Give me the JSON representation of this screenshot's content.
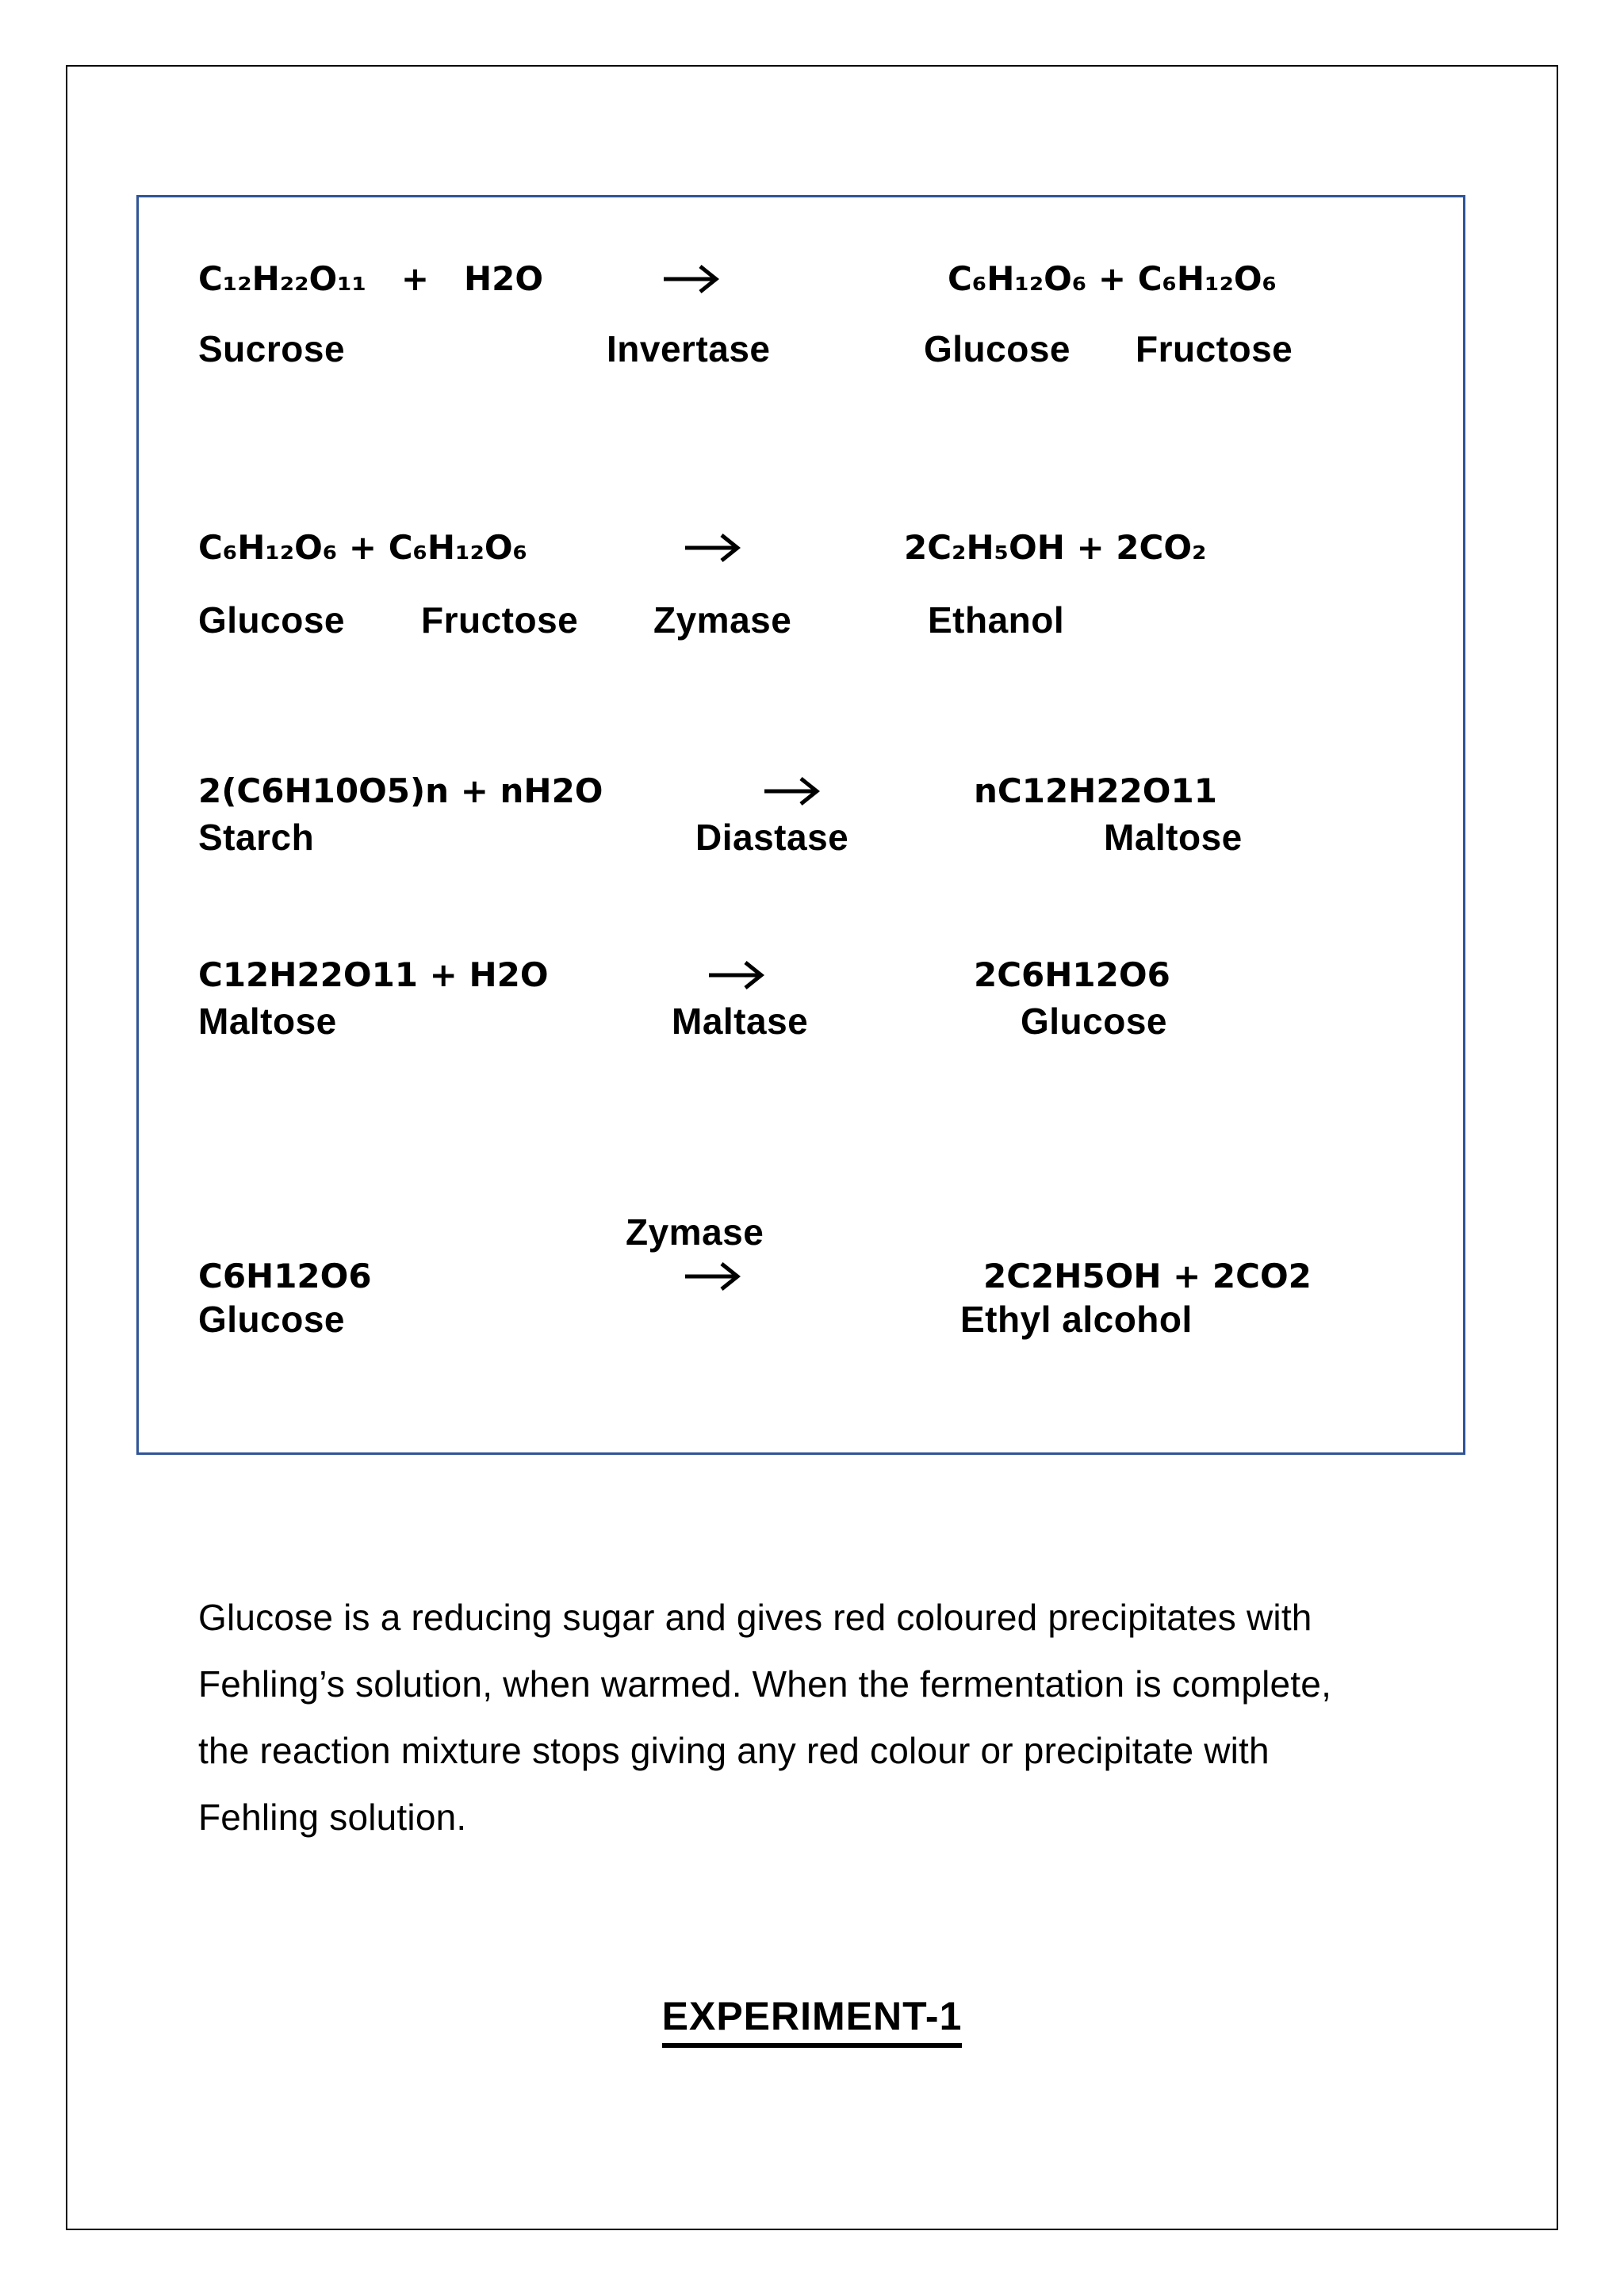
{
  "colors": {
    "background": "#ffffff",
    "page_border": "#000000",
    "box_border": "#2F5496",
    "text": "#000000"
  },
  "equations": [
    {
      "reactants": "C₁₂H₂₂O₁₁   +   H2O",
      "arrow": "→",
      "products": "C₆H₁₂O₆ + C₆H₁₂O₆",
      "labels": [
        "Sucrose",
        "Invertase",
        "Glucose",
        "Fructose"
      ]
    },
    {
      "reactants": "C₆H₁₂O₆ + C₆H₁₂O₆",
      "arrow": "→",
      "products": "2C₂H₅OH + 2CO₂",
      "labels": [
        "Glucose",
        "Fructose",
        "Zymase",
        "Ethanol"
      ]
    },
    {
      "reactants": "2(C6H10O5)n + nH2O",
      "arrow": "→",
      "products": "nC12H22O11",
      "labels": [
        "Starch",
        "Diastase",
        "Maltose"
      ]
    },
    {
      "reactants": "C12H22O11 + H2O",
      "arrow": "→",
      "products": "2C6H12O6",
      "labels": [
        "Maltose",
        "Maltase",
        "Glucose"
      ]
    },
    {
      "enzyme_above": "Zymase",
      "reactants": "C6H12O6",
      "arrow": "→",
      "products": "2C2H5OH + 2CO2",
      "labels": [
        "Glucose",
        "Ethyl alcohol"
      ]
    }
  ],
  "paragraph": "Glucose is a reducing sugar and gives red coloured precipitates with\nFehling’s solution, when warmed. When the fermentation is complete,\nthe reaction mixture stops giving any red colour or precipitate with\nFehling solution.",
  "heading": "EXPERIMENT-1"
}
